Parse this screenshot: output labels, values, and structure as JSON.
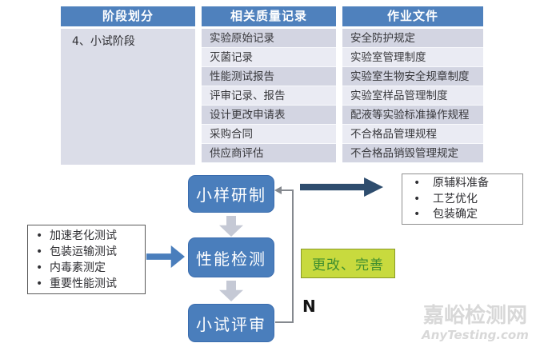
{
  "table": {
    "headers": [
      "阶段划分",
      "相关质量记录",
      "作业文件"
    ],
    "stage": "4、小试阶段",
    "rows": [
      {
        "record": "实验原始记录",
        "doc": "安全防护规定"
      },
      {
        "record": "灭菌记录",
        "doc": "实验室管理制度"
      },
      {
        "record": "性能测试报告",
        "doc": "实验室生物安全规章制度"
      },
      {
        "record": "评审记录、报告",
        "doc": "实验室样品管理制度"
      },
      {
        "record": "设计更改申请表",
        "doc": "配液等实验标准操作规程"
      },
      {
        "record": "采购合同",
        "doc": "不合格品管理规程"
      },
      {
        "record": "供应商评估",
        "doc": "不合格品销毁管理规定"
      }
    ]
  },
  "flowchart": {
    "steps": [
      {
        "label": "小样研制"
      },
      {
        "label": "性能检测"
      },
      {
        "label": "小试评审"
      }
    ],
    "left_checklist": {
      "items": [
        "加速老化测试",
        "包装运输测试",
        "内毒素测定",
        "重要性能测试"
      ]
    },
    "output_list": {
      "items": [
        "原辅料准备",
        "工艺优化",
        "包装确定"
      ]
    },
    "change_box": {
      "label": "更改、完善"
    },
    "decision_label": "N"
  },
  "watermark": {
    "name": "嘉峪检测网",
    "site": "AnyTesting.com"
  },
  "colors": {
    "header_blue": "#4f81bd",
    "row_dark": "#d3d5e2",
    "row_light": "#eaebf3",
    "stage_bg": "#dbdde8",
    "box_blue": "#4a7ebc",
    "box_border": "#3a6cae",
    "arrow_dark": "#2e4d6e",
    "arrow_gray": "#c5c9d5",
    "connector_gray": "#85898f",
    "green_fill": "#c8da3e",
    "green_border": "#8a9a28",
    "green_text": "#3f8f2f",
    "watermark_gray": "#d8d8d8"
  }
}
